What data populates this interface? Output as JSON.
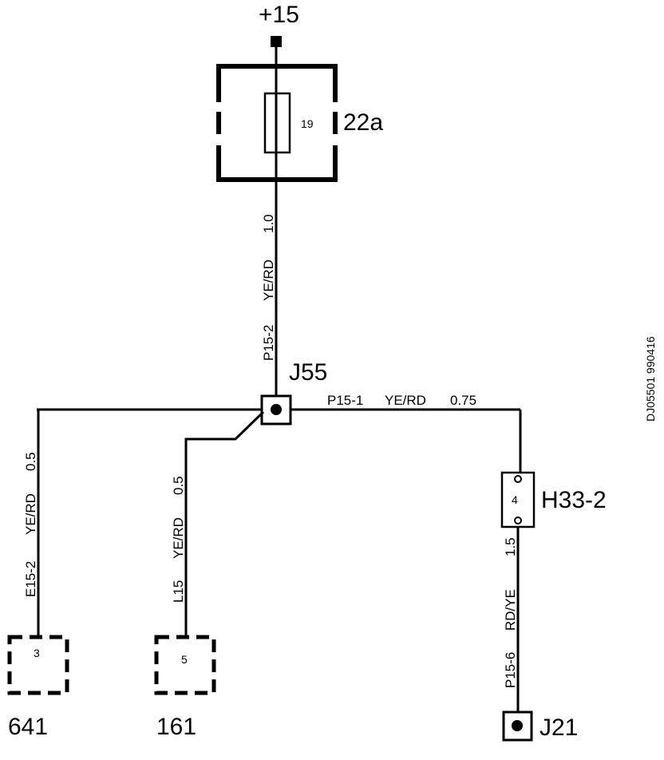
{
  "diagram": {
    "supply_label": "+15",
    "fuse_box": {
      "label": "22a",
      "fuse_number": "19"
    },
    "main_wire": {
      "size": "1.0",
      "color": "YE/RD",
      "id": "P15-2"
    },
    "junction_top": {
      "label": "J55"
    },
    "right_wire": {
      "id": "P15-1",
      "color": "YE/RD",
      "size": "0.75"
    },
    "connector_h33": {
      "label": "H33-2",
      "pin": "4"
    },
    "lower_right_wire": {
      "size": "1.5",
      "color": "RD/YE",
      "id": "P15-6"
    },
    "junction_bottom": {
      "label": "J21"
    },
    "left_wire_1": {
      "size": "0.5",
      "color": "YE/RD",
      "id": "E15-2"
    },
    "left_wire_2": {
      "size": "0.5",
      "color": "YE/RD",
      "id": "L15"
    },
    "component_641": {
      "label": "641",
      "pin": "3"
    },
    "component_161": {
      "label": "161",
      "pin": "5"
    },
    "doc_id": "DJ05501 990416"
  }
}
